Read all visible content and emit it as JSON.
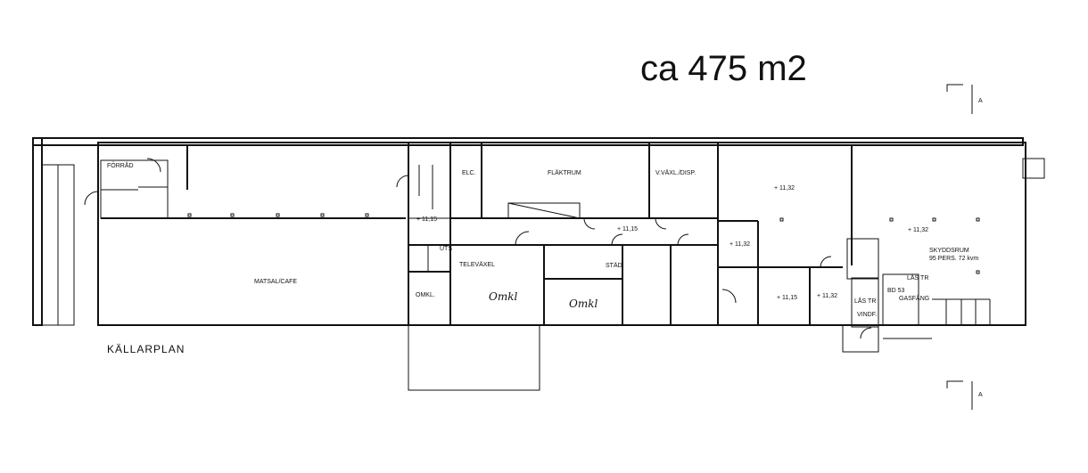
{
  "header": {
    "area": "ca  475 m2"
  },
  "plan_name": "KÄLLARPLAN",
  "section_marker": "A",
  "rooms": {
    "forrad": "FÖRRÅD",
    "matsal": "MATSAL/CAFE",
    "elc": "ELC.",
    "flaktrum": "FLÄKTRUM",
    "vaxl": "V.VÄXL./DISP.",
    "televaxel": "TELEVÄXEL",
    "omkl": "OMKL.",
    "omkl_hand_1": "Omkl",
    "omkl_hand_2": "Omkl",
    "stad": "STÄD",
    "uts": "UTS",
    "skyddsrum": "SKYDDSRUM",
    "skyddsrum_capacity": "95 PERS. 72 kvm",
    "gasfang": "GASFÅNG",
    "vindf": "VINDF.",
    "las_tr_1": "LÅS TR",
    "las_tr_2": "LÅS TR",
    "bd": "BD 53"
  },
  "levels": {
    "l1": "+ 11,15",
    "l2": "+ 11,15",
    "l3": "+ 11,32",
    "l4": "+ 11,32",
    "l5": "+ 11,32",
    "l6": "+ 11,15",
    "l7": "+ 11,32"
  }
}
